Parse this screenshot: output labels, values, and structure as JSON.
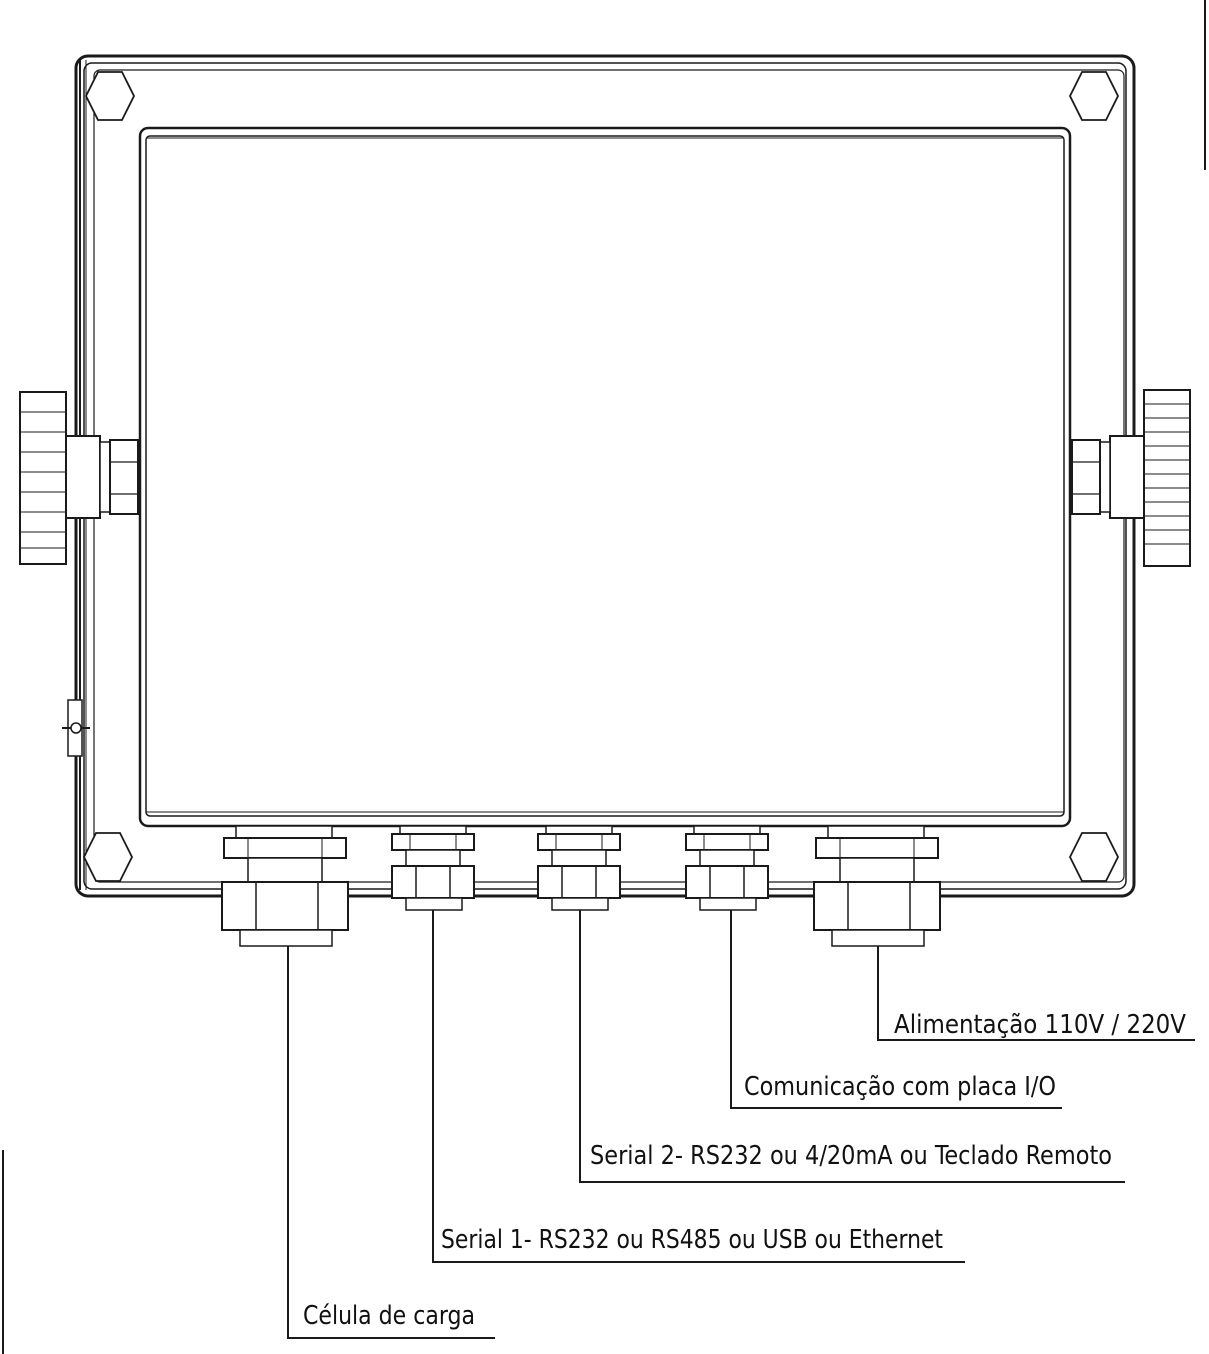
{
  "labels": {
    "power": "Alimentação 110V  / 220V",
    "io": "Comunicação com placa I/O",
    "serial2": "Serial 2- RS232 ou 4/20mA ou Teclado Remoto",
    "serial1": "Serial 1- RS232 ou RS485 ou USB ou Ethernet",
    "load_cell": "Célula de carga"
  },
  "colors": {
    "line": "#1a1a1a",
    "background": "#ffffff"
  }
}
